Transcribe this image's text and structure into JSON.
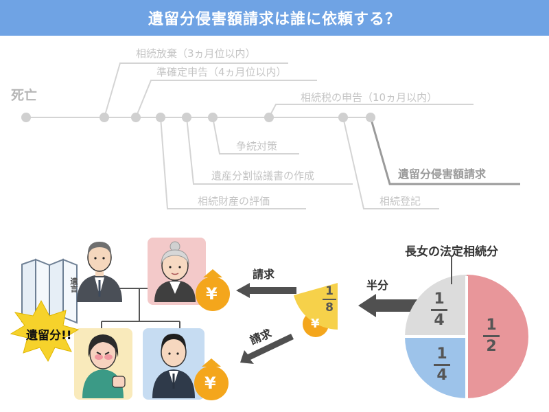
{
  "title": "遺留分侵害額請求は誰に依頼する？",
  "timeline": {
    "start": "死亡",
    "upper": [
      "相続放棄（3ヵ月位以内）",
      "準確定申告（4ヵ月位以内）",
      "相続税の申告（10ヵ月以内）"
    ],
    "lower": [
      "争続対策",
      "遺産分割協議書の作成",
      "相続財産の評価",
      "遺留分侵害額請求",
      "相続登記"
    ]
  },
  "scene": {
    "will_label": "遺言",
    "burst_label": "遺留分!!",
    "claim_label_1": "請求",
    "claim_label_2": "請求",
    "half_label": "半分",
    "pie_title": "長女の法定相続分",
    "fraction_small": {
      "num": "1",
      "den": "8"
    },
    "pie_slices": [
      {
        "num": "1",
        "den": "2",
        "value": 0.5,
        "color": "#e8969a"
      },
      {
        "num": "1",
        "den": "4",
        "value": 0.25,
        "color": "#9dc3ea"
      },
      {
        "num": "1",
        "den": "4",
        "value": 0.25,
        "color": "#dcdcdc"
      }
    ],
    "yen_symbol": "¥"
  }
}
